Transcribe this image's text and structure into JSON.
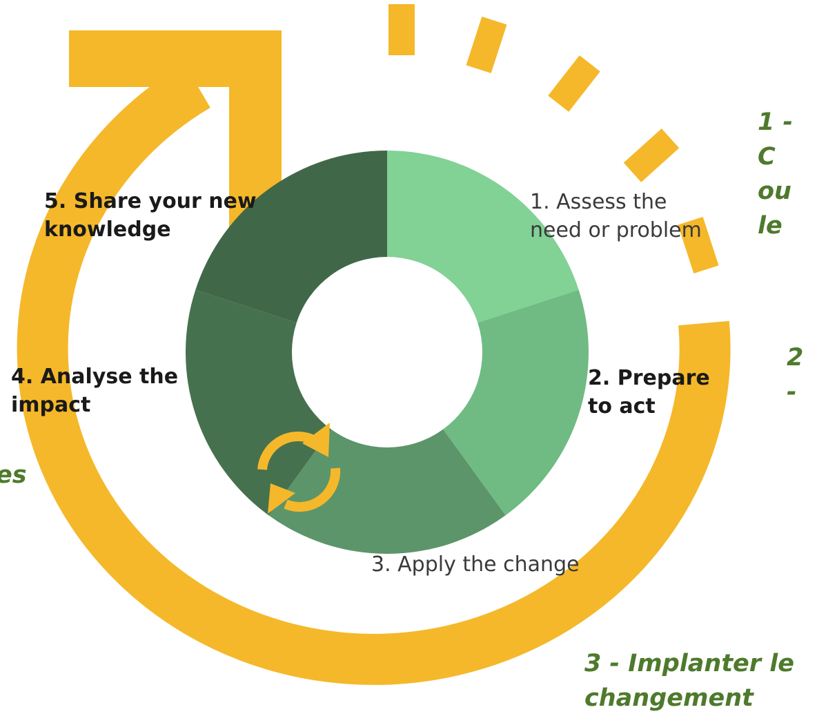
{
  "colors": {
    "accent_yellow": "#F5B82A",
    "step1": "#82D195",
    "step2": "#6FBB83",
    "step3": "#5C956A",
    "step4": "#46714E",
    "step5": "#406848",
    "french_text": "#4E7A2C"
  },
  "icons": {
    "big_arrow": "circular-arrow-icon",
    "center": "refresh-icon"
  },
  "cycle": {
    "steps": [
      {
        "label": "1. Assess the\nneed or problem"
      },
      {
        "label": "2. Prepare\nto act"
      },
      {
        "label": "3. Apply the change"
      },
      {
        "label": "4. Analyse the\nimpact"
      },
      {
        "label": "5. Share your new\nknowledge"
      }
    ]
  },
  "french_labels": [
    {
      "text": "1 - C\nou le"
    },
    {
      "text": "2 -"
    },
    {
      "text": "3 - Implanter le\nchangement"
    },
    {
      "text": "es"
    }
  ]
}
